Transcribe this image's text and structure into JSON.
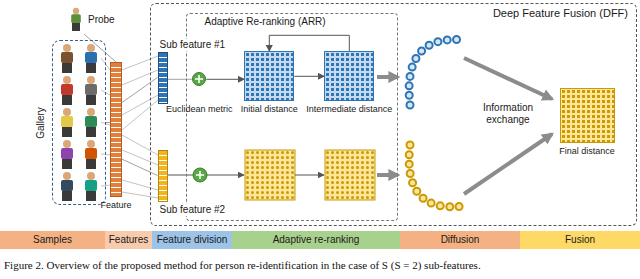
{
  "diagram": {
    "caption": "Figure 2. Overview of the proposed method for person re-identification in the case of S (S = 2) sub-features.",
    "nodes": [
      {
        "text": [
          "Probe"
        ]
      },
      {
        "text": [
          "Gallery"
        ]
      },
      {
        "text": [
          "Feature"
        ]
      },
      {
        "text": [
          "Deep Feature Fusion (DFF)"
        ]
      },
      {
        "text": [
          "Adaptive Re-ranking (ARR)"
        ],
        "in": 3
      },
      {
        "text": [
          "Sub feature #1"
        ],
        "in": 3
      },
      {
        "text": [
          "Euclidean metric"
        ],
        "in": 4
      },
      {
        "text": [
          "Initial distance"
        ],
        "in": 4
      },
      {
        "text": [
          "Intermediate distance"
        ],
        "in": 4
      },
      {
        "text": [
          "Sub feature #2"
        ],
        "in": 3
      },
      {
        "text": [
          "Final distance"
        ],
        "in": 3
      },
      {
        "text": [
          "Samples"
        ]
      },
      {
        "text": [
          "Features"
        ]
      },
      {
        "text": [
          "Feature division"
        ]
      },
      {
        "text": [
          "Adaptive re-ranking"
        ]
      },
      {
        "text": [
          "Diffusion"
        ]
      },
      {
        "text": [
          "Fusion"
        ]
      }
    ],
    "edges": [
      {
        "from": 0,
        "to": 2,
        "arrow": "none"
      },
      {
        "from": 1,
        "to": 2,
        "arrow": "none"
      },
      {
        "from": 2,
        "to": 5,
        "arrow": "none"
      },
      {
        "from": 2,
        "to": 9,
        "arrow": "none"
      },
      {
        "from": 5,
        "to": 6,
        "arrow": "none"
      },
      {
        "from": 6,
        "to": 7,
        "arrow": "to"
      },
      {
        "from": 7,
        "to": 8,
        "arrow": "to"
      },
      {
        "from": 8,
        "to": 7,
        "arrow": "to"
      }
    ],
    "labels": [
      "Information exchange"
    ]
  }
}
